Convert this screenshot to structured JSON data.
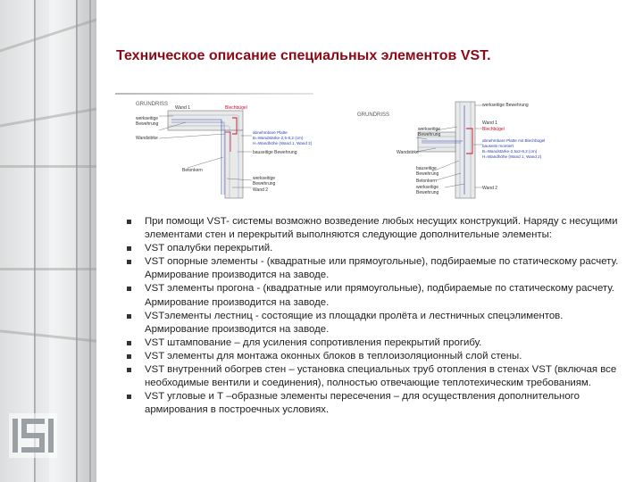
{
  "slide": {
    "title": "Техническое описание специальных элементов VST."
  },
  "figure": {
    "left": {
      "heading": "GRUNDRISS",
      "wand1": "Wand 1",
      "blechbuegel": "Blechbügel",
      "werkseitige": "werkseitige",
      "bewehrung": "Bewehrung",
      "wandstirke": "Wandstirke",
      "abnehmbare": "abnehmbare Platte",
      "plate_line1": "B=Wandstärke-2,5-8,2 (cm)",
      "plate_line2": "H=Wandhöhe (Wand 1, Wand 2)",
      "bauseitige": "bauseitige Bewehrung",
      "betonkern": "Betonkern",
      "werkseitige2": "werkseitige",
      "bewehrung2": "Bewehrung",
      "wand2": "Wand 2"
    },
    "right": {
      "heading": "GRUNDRISS",
      "werkseitige_top": "werkseitige Bewehrung",
      "wand1": "Wand 1",
      "blechbuegel": "Blechbügel",
      "werkseitige_left": "werkseitige",
      "bewehrung_left": "Bewehrung",
      "wandstirke": "Wandstirke",
      "abnehmbare": "abnehmbare Platte mit Blechbügel",
      "bauseits": "bauseits montiert",
      "plate_line1": "B=Wandstärke-2,5x2-8,2 (cm)",
      "plate_line2": "H=Wandhöhe (Wand 1, Wand 2)",
      "bauseitige": "bauseitige",
      "bewehrung_bs": "Bewehrung",
      "betonkern": "Betonkern",
      "werkseitige_bottom": "werkseitige",
      "bewehrung_bottom": "Bewehrung",
      "wand2": "Wand 2"
    }
  },
  "items": [
    "При помощи VST- системы возможно возведение любых несущих конструкций. Наряду с несущими элементами стен и перекрытий выполняются следующие дополнительные элементы:",
    "VST опалубки перекрытий.",
    "VST опорные элементы - (квадратные или прямоугольные), подбираемые по статическому расчету. Армирование производится на заводе.",
    "VST элементы прогона - (квадратные или прямоугольные), подбираемые по статическому расчету. Армирование производится на заводе.",
    "VSTэлементы лестниц - состоящие из площадки пролёта и лестничных спецэлиментов. Армирование производится на заводе.",
    "VST штампование – для усиления сопротивления перекрытий прогибу.",
    "VST элементы для монтажа оконных блоков в теплоизоляционный слой стены.",
    "VST внутренний обогрев стен – установка специальных труб отопления в стенах VST (включая все необходимые вентили и соединения), полностью отвечающие теплотехическим требованиям.",
    "VST угловые и Т –образные элементы пересечения – для осуществления дополнительного армирования в построечных условиях."
  ],
  "colors": {
    "title": "#8b0a16",
    "drawing_red": "#c8102e",
    "drawing_blue": "#2a3fb0"
  }
}
